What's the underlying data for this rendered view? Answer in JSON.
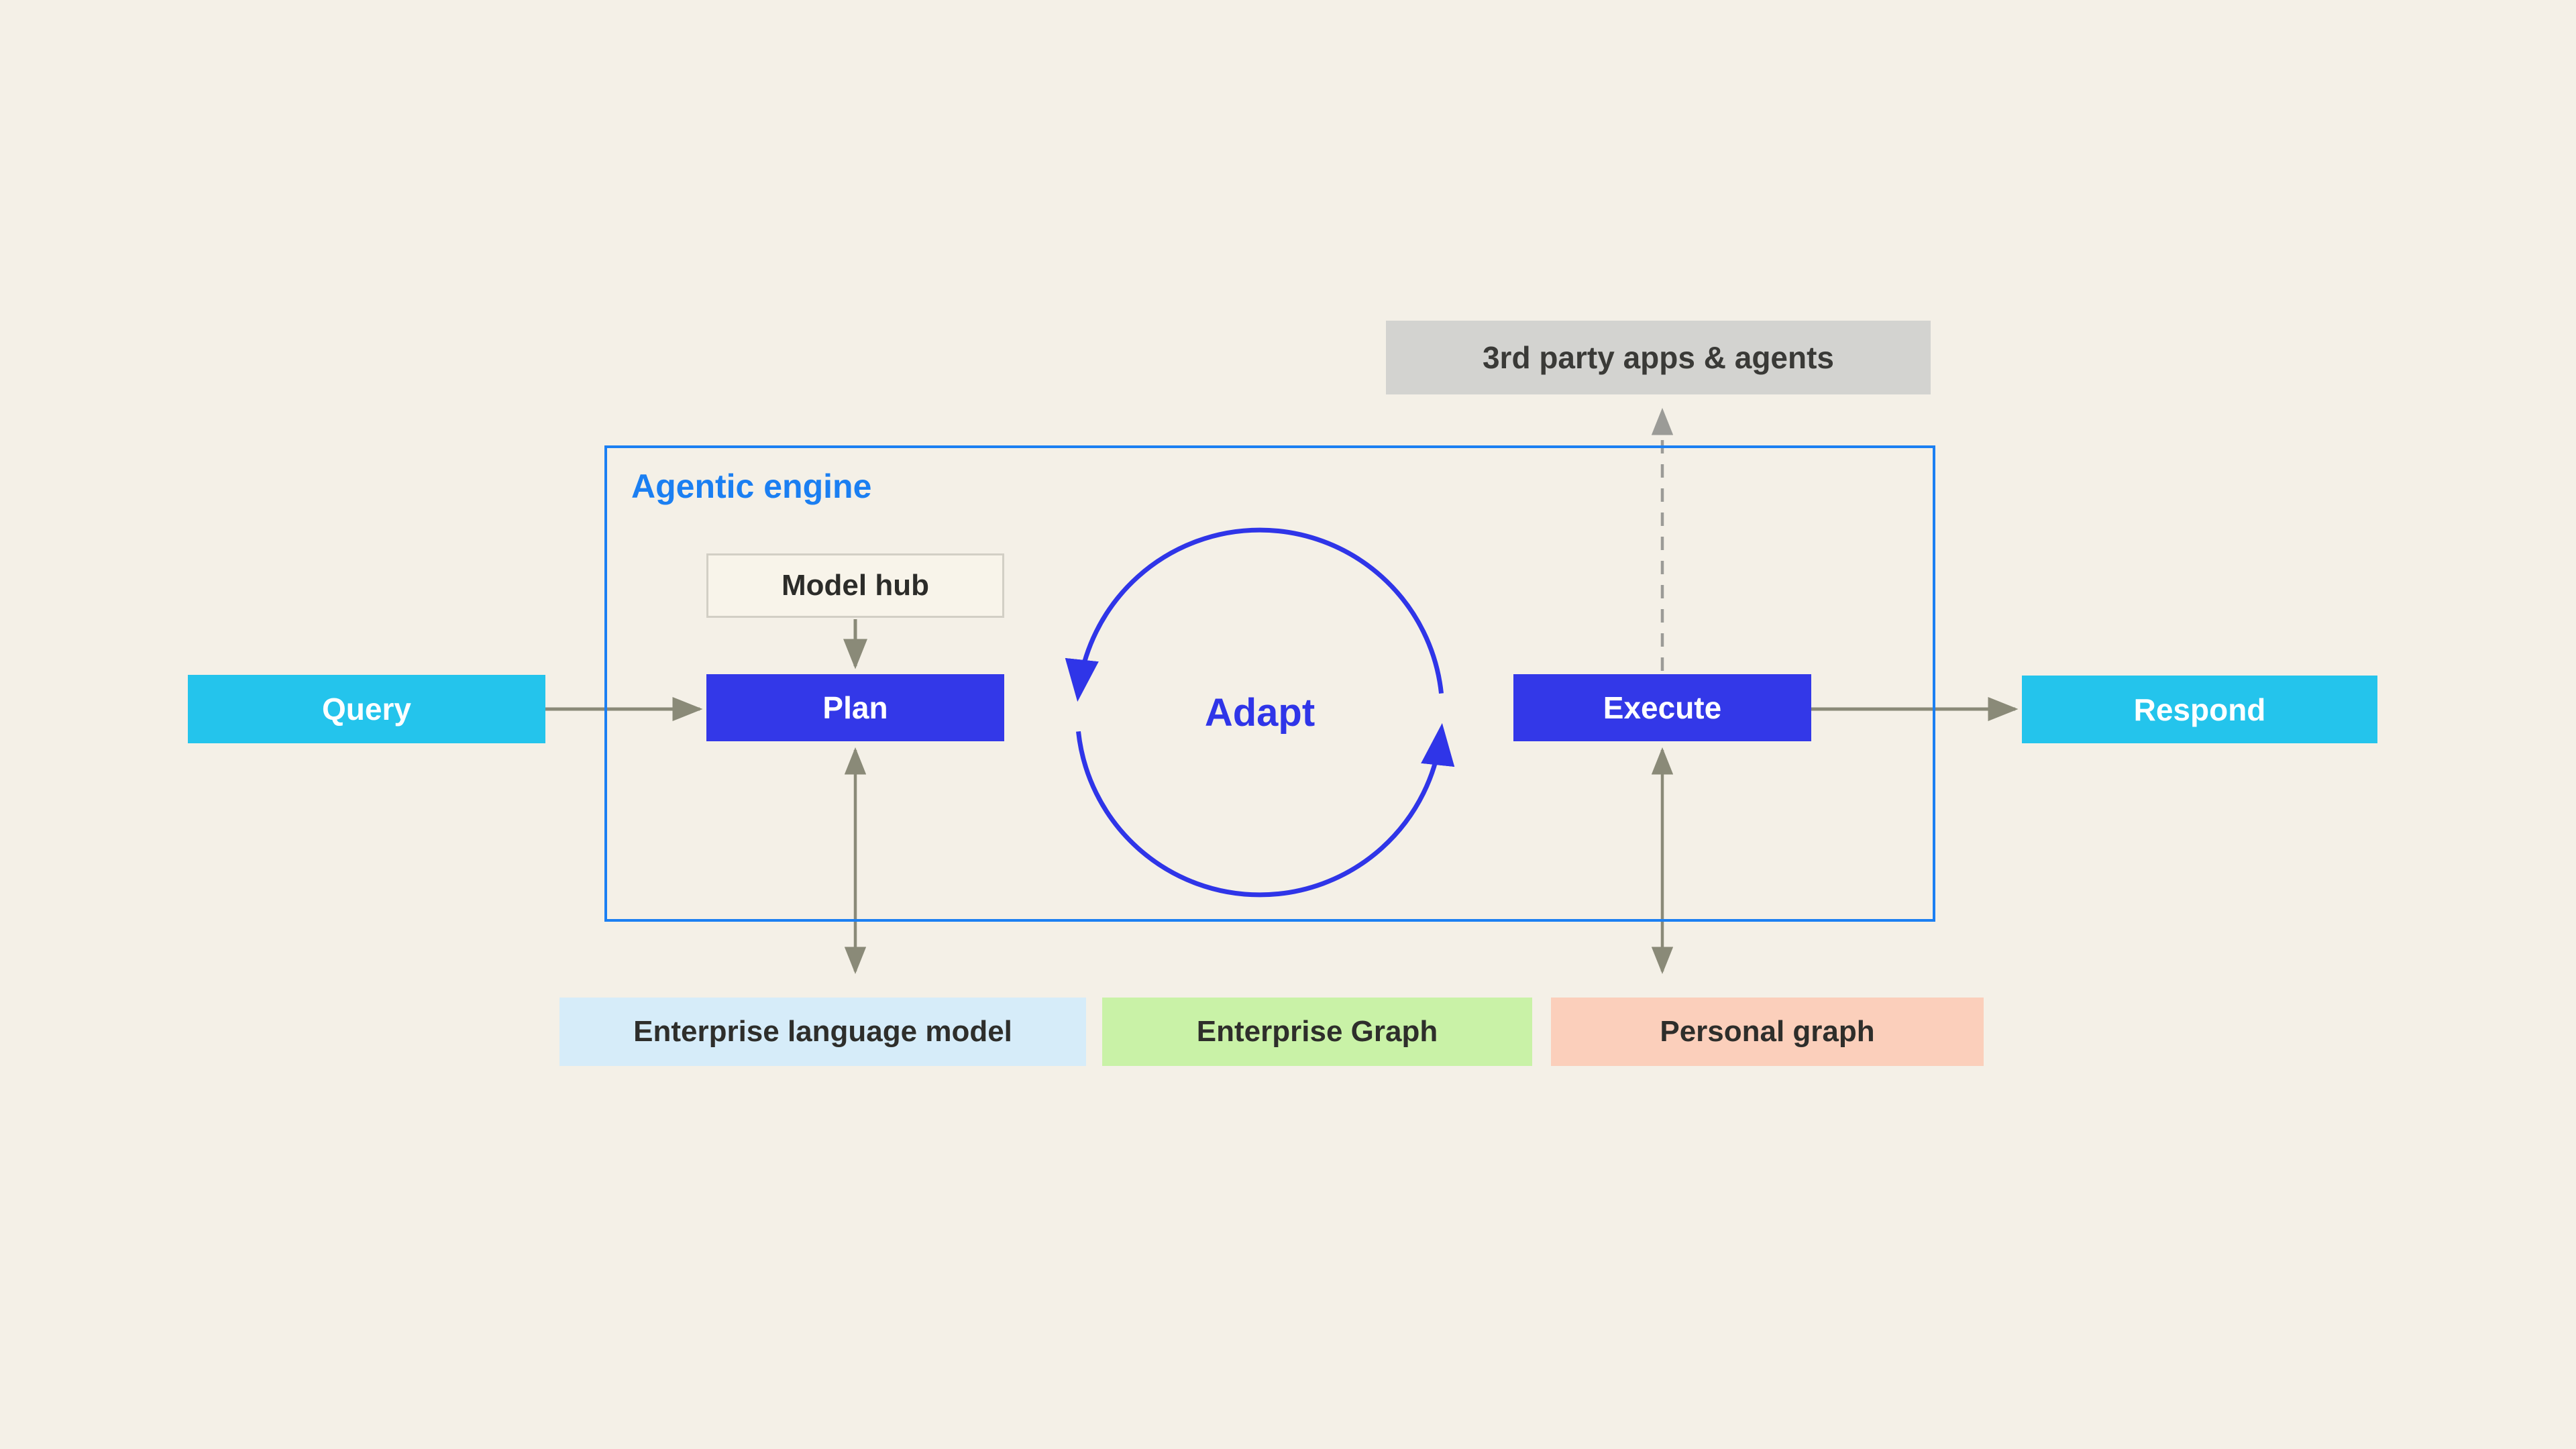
{
  "page": {
    "background_color": "#f4f0e7"
  },
  "nodes": {
    "third_party": {
      "label": "3rd party apps & agents",
      "bg": "#d3d3d0",
      "text_color": "#3a3a37"
    },
    "engine": {
      "title": "Agentic engine",
      "accent_color": "#1b7ff2"
    },
    "model_hub": {
      "label": "Model hub",
      "bg": "#f8f4ea",
      "border_color": "#d2cfc5"
    },
    "plan": {
      "label": "Plan",
      "bg": "#3338e8",
      "text_color": "#ffffff"
    },
    "adapt": {
      "label": "Adapt",
      "color": "#2f35e8"
    },
    "execute": {
      "label": "Execute",
      "bg": "#3338e8",
      "text_color": "#ffffff"
    },
    "query": {
      "label": "Query",
      "bg": "#24c4ec",
      "text_color": "#ffffff"
    },
    "respond": {
      "label": "Respond",
      "bg": "#24c4ec",
      "text_color": "#ffffff"
    },
    "data_sources": [
      {
        "label": "Enterprise language model",
        "bg": "#d6ecf9"
      },
      {
        "label": "Enterprise Graph",
        "bg": "#c9f2a7"
      },
      {
        "label": "Personal graph",
        "bg": "#fbcfbb"
      }
    ]
  },
  "connectors": {
    "solid_arrow_color": "#8a8a78",
    "dashed_arrow_color": "#9b9b97",
    "adapt_loop_color": "#2f35e8",
    "flow": [
      "Query -> Plan",
      "Model hub -> Plan",
      "Plan <-> Enterprise language model",
      "Execute <-> Personal graph",
      "Execute -> Respond",
      "Execute --> 3rd party apps & agents (dashed)"
    ]
  }
}
